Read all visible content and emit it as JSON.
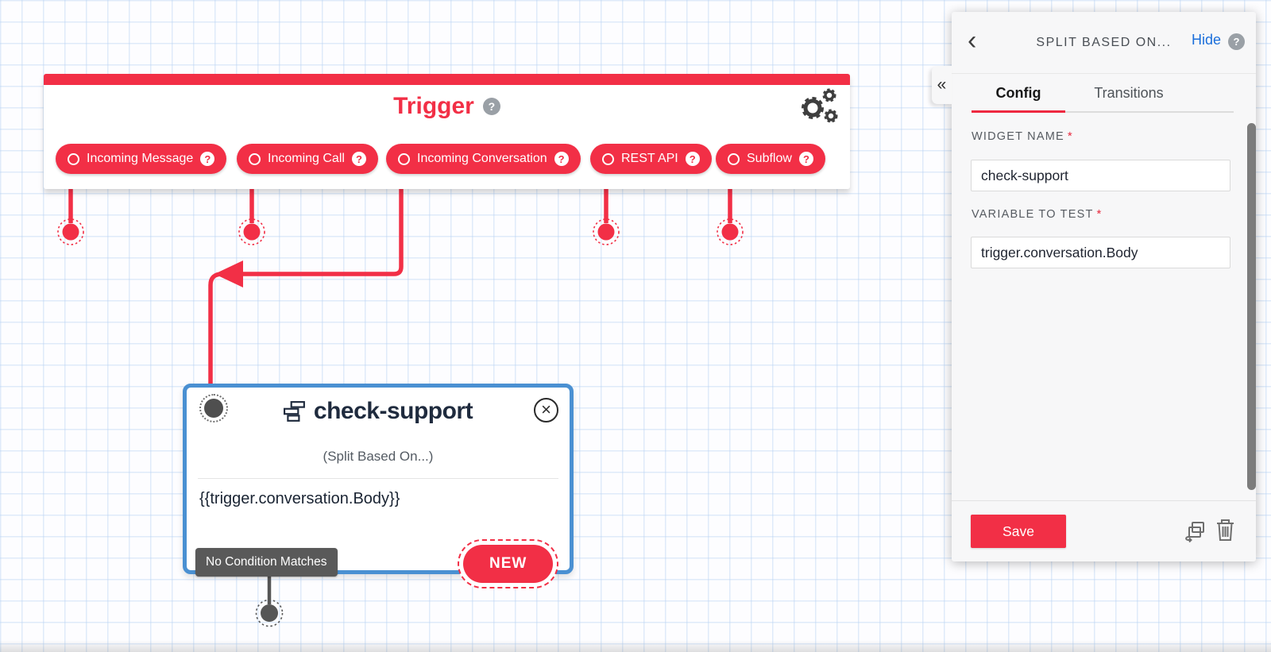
{
  "flow": {
    "trigger": {
      "title": "Trigger",
      "pills": [
        {
          "label": "Incoming Message"
        },
        {
          "label": "Incoming Call"
        },
        {
          "label": "Incoming Conversation"
        },
        {
          "label": "REST API"
        },
        {
          "label": "Subflow"
        }
      ]
    },
    "widget": {
      "name": "check-support",
      "type_label": "(Split Based On...)",
      "test_expression": "{{trigger.conversation.Body}}",
      "no_match_label": "No Condition Matches",
      "new_transition_label": "NEW"
    }
  },
  "panel": {
    "back_glyph": "‹",
    "collapse_glyph": "«",
    "title": "SPLIT BASED ON...",
    "hide_label": "Hide",
    "tabs": [
      {
        "label": "Config"
      },
      {
        "label": "Transitions"
      }
    ],
    "required_marker": "*",
    "fields": [
      {
        "label": "WIDGET NAME",
        "value": "check-support"
      },
      {
        "label": "VARIABLE TO TEST",
        "value": "trigger.conversation.Body"
      }
    ],
    "save_label": "Save"
  },
  "icons": {
    "help": "?",
    "close": "×"
  },
  "colors": {
    "brand_red": "#F22F46",
    "selected_blue": "#4A90D2",
    "link_blue": "#1A6EDB",
    "dark_text": "#1F2B3E",
    "tooltip_gray": "#595959"
  }
}
